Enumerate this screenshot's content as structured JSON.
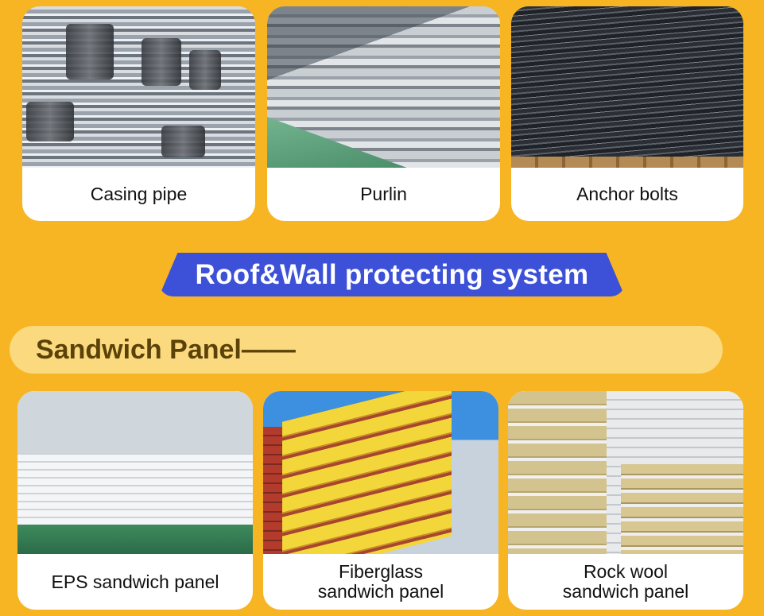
{
  "top_products": [
    {
      "label": "Casing pipe"
    },
    {
      "label": "Purlin"
    },
    {
      "label": "Anchor bolts"
    }
  ],
  "section_banner": {
    "title": "Roof&Wall protecting system"
  },
  "subheading": {
    "title": "Sandwich Panel——"
  },
  "panel_products": [
    {
      "line1": "EPS sandwich panel",
      "line2": ""
    },
    {
      "line1": "Fiberglass",
      "line2": "sandwich panel"
    },
    {
      "line1": "Rock wool",
      "line2": "sandwich panel"
    }
  ],
  "colors": {
    "background": "#f7b524",
    "banner": "#3c50d8",
    "subheading_bar": "#fbd97e",
    "subheading_text": "#5b4209"
  }
}
